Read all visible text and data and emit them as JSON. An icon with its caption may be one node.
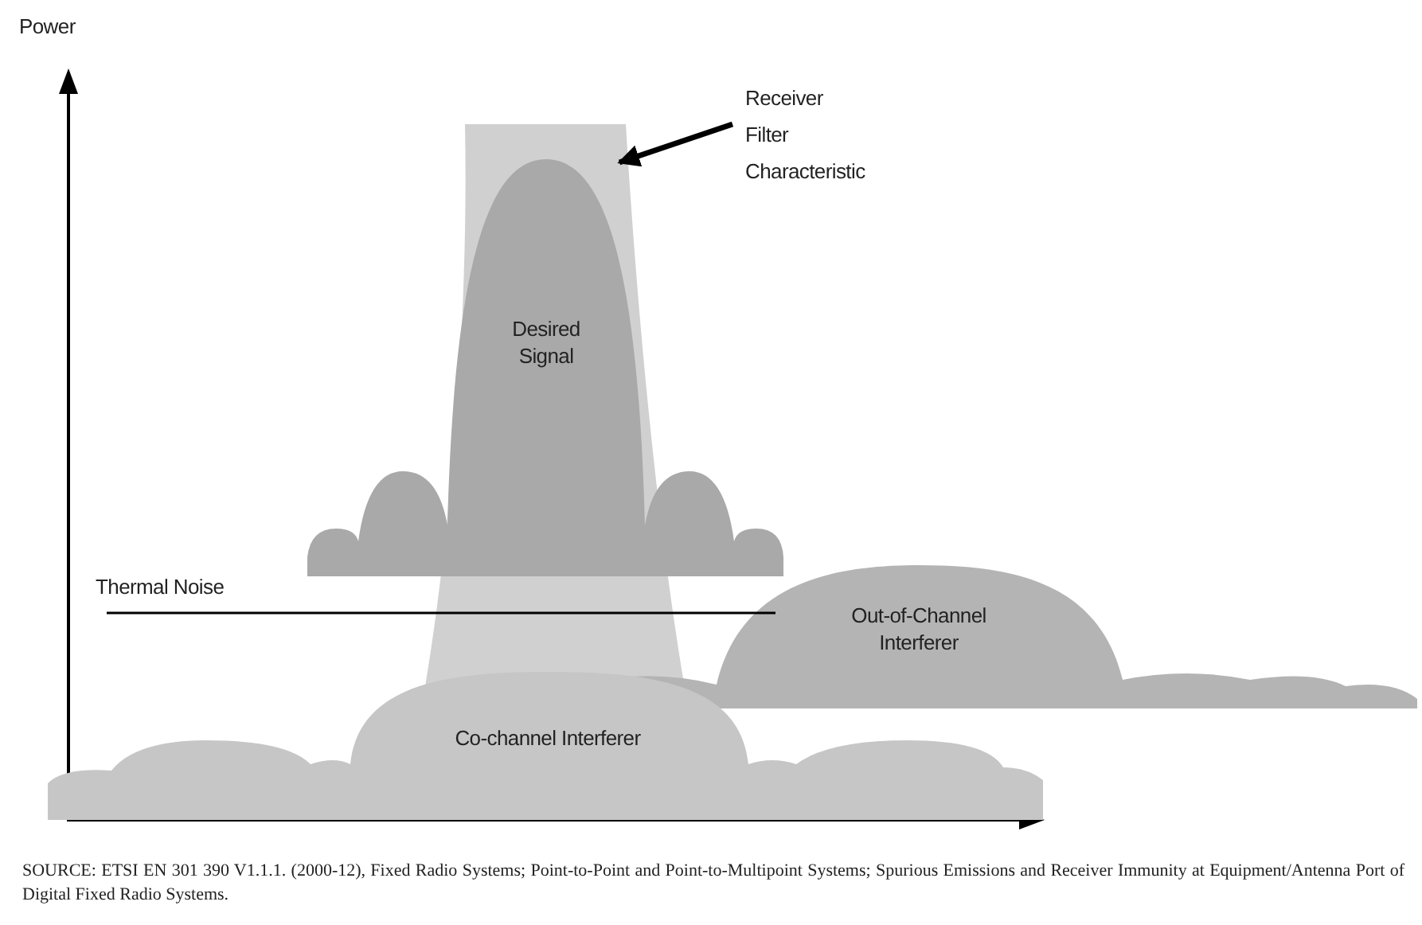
{
  "diagram": {
    "caption": "SOURCE: ETSI EN 301 390 V1.1.1. (2000-12), Fixed Radio Systems; Point-to-Point and Point-to-Multipoint Systems; Spurious Emissions and Receiver Immunity at Equipment/Antenna Port of Digital Fixed Radio Systems.",
    "nodes": [
      {
        "text": [
          "Receiver Filter Characteristic"
        ]
      },
      {
        "text": [],
        "shape": "box"
      },
      {
        "text": [
          "Desired Signal"
        ]
      },
      {
        "text": [
          "Out-of-Channel Interferer"
        ]
      },
      {
        "text": [
          "Co-channel Interferer"
        ]
      }
    ],
    "edges": [
      {
        "from": 0,
        "to": 1,
        "arrow": "to"
      }
    ],
    "labels": [
      "Power",
      "Thermal Noise"
    ]
  }
}
